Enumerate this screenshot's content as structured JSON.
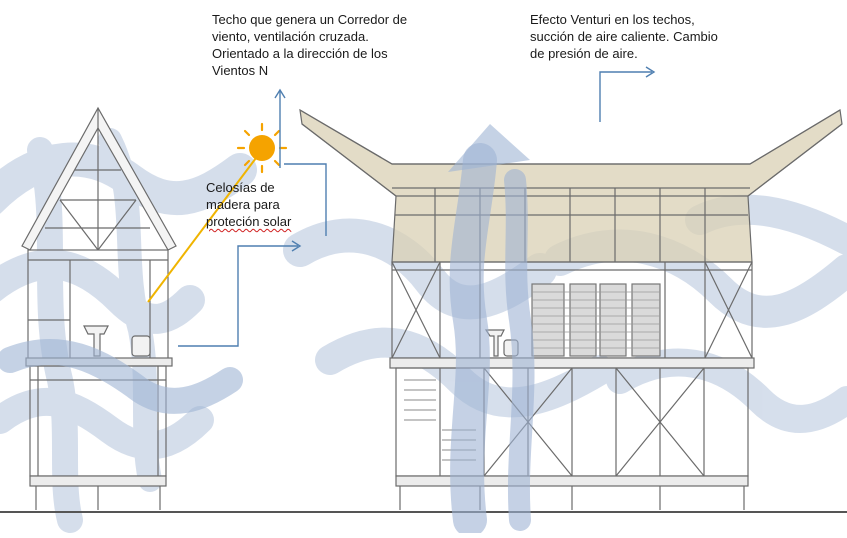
{
  "annotations": {
    "roof_corridor": {
      "lines": [
        "Techo que genera un Corredor de",
        "viento, ventilación cruzada.",
        "Orientado a la dirección de los",
        "Vientos N"
      ]
    },
    "venturi": {
      "lines": [
        "Efecto Venturi  en los techos,",
        "succión de aire caliente. Cambio",
        "de presión de aire."
      ]
    },
    "lattice": {
      "lines": [
        "Celosías de",
        "madera para",
        "proteción solar"
      ]
    }
  },
  "colors": {
    "wind": "#a9bcd8",
    "wind_dark": "#8fa6c8",
    "roof_fill": "#d9d0b4",
    "leader_arrow": "#4f7fb0",
    "sun": "#f5a300",
    "sun_ray": "#f0b400",
    "line_drawing": "#6b6b6b"
  },
  "icons": {
    "sun": "sun-icon"
  }
}
